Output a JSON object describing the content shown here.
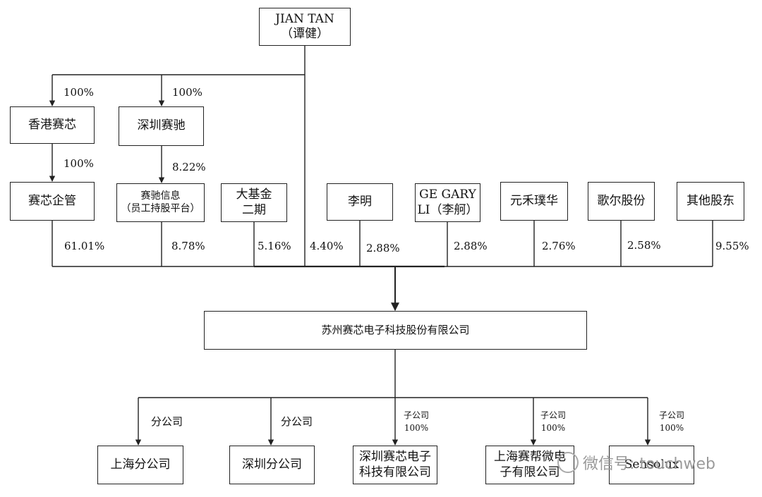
{
  "nodes": {
    "jian_tan": [
      "JIAN TAN",
      "（谭健）"
    ],
    "hk_saixin": [
      "香港赛芯"
    ],
    "sz_saichi": [
      "深圳赛驰"
    ],
    "saixin_qiguan": [
      "赛芯企管"
    ],
    "saichi_xinxi": [
      "赛驰信息",
      "（员工持股平台）"
    ],
    "dajijin": [
      "大基金",
      "二期"
    ],
    "liming": [
      "李明"
    ],
    "ge_gary": [
      "GE GARY",
      "LI（李舸）"
    ],
    "yuanhe": [
      "元禾璞华"
    ],
    "geer": [
      "歌尔股份"
    ],
    "other": [
      "其他股东"
    ],
    "main_company": [
      "苏州赛芯电子科技股份有限公司"
    ],
    "sh_branch": [
      "上海分公司"
    ],
    "sz_branch": [
      "深圳分公司"
    ],
    "sz_sub": [
      "深圳赛芯电子",
      "科技有限公司"
    ],
    "sh_sub": [
      "上海赛帮微电",
      "子有限公司"
    ],
    "sensolux": [
      "Sensolux"
    ]
  },
  "labels": {
    "jt_hk": "100%",
    "jt_sz": "100%",
    "hk_qiguan": "100%",
    "sz_xinxi": "8.22%",
    "s_qiguan": "61.01%",
    "s_xinxi": "8.78%",
    "s_dajijin": "5.16%",
    "s_jiantan": "4.40%",
    "s_liming": "2.88%",
    "s_gegary": "2.88%",
    "s_yuanhe": "2.76%",
    "s_geer": "2.58%",
    "s_other": "9.55%",
    "branch1": "分公司",
    "branch2": "分公司",
    "sub1_type": "子公司",
    "sub1_pct": "100%",
    "sub2_type": "子公司",
    "sub2_pct": "100%",
    "sub3_type": "子公司",
    "sub3_pct": "100%"
  },
  "watermark": "微信号: touchweb"
}
